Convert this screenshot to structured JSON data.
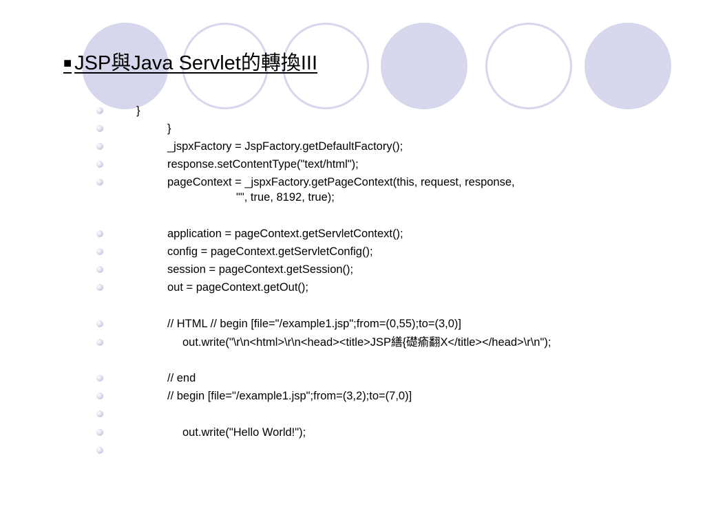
{
  "slide": {
    "title_marker": "■",
    "title": "JSP與Java Servlet的轉換III",
    "bullet_lines": [
      {
        "text": "}"
      },
      {
        "text": "}"
      },
      {
        "text": "_jspxFactory = JspFactory.getDefaultFactory();"
      },
      {
        "text": "response.setContentType(\"text/html\");"
      },
      {
        "text": "pageContext = _jspxFactory.getPageContext(this, request, response,",
        "continuation": "\"\", true, 8192, true);"
      },
      {
        "text": "application = pageContext.getServletContext();"
      },
      {
        "text": "config = pageContext.getServletConfig();"
      },
      {
        "text": "session = pageContext.getSession();"
      },
      {
        "text": "out = pageContext.getOut();"
      },
      {
        "text": "// HTML // begin [file=\"/example1.jsp\";from=(0,55);to=(3,0)]"
      },
      {
        "text": "out.write(\"\\r\\n<html>\\r\\n<head><title>JSP繕{礎瘉翻X</title></head>\\r\\n\");"
      },
      {
        "text": "// end"
      },
      {
        "text": "// begin [file=\"/example1.jsp\";from=(3,2);to=(7,0)]"
      },
      {
        "text": ""
      },
      {
        "text": "out.write(\"Hello World!\");"
      },
      {
        "text": ""
      }
    ]
  },
  "colors": {
    "decor_circle": "#d6d6ec",
    "bullet": "#a9a9d6",
    "text": "#000000"
  }
}
